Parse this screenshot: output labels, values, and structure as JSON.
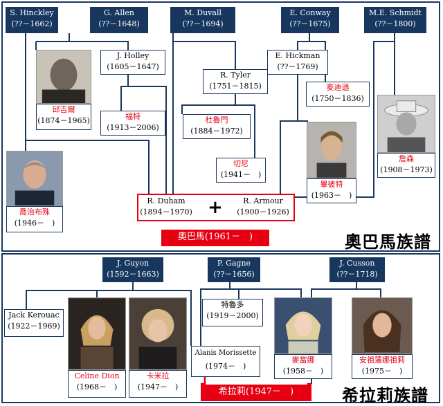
{
  "obama": {
    "title": "奧巴馬族譜",
    "root": {
      "name": "奧巴馬",
      "years": "(1961－　)"
    },
    "people": {
      "hinckley": {
        "name": "S. Hinckley",
        "years": "(??－1662)"
      },
      "allen": {
        "name": "G. Allen",
        "years": "(??－1648)"
      },
      "duvall": {
        "name": "M. Duvall",
        "years": "(??－1694)"
      },
      "conway": {
        "name": "E. Conway",
        "years": "(??－1675)"
      },
      "schmidt": {
        "name": "M.E. Schmidt",
        "years": "(??－1800)"
      },
      "holley": {
        "name": "J. Holley",
        "years": "(1605－1647)"
      },
      "hickman": {
        "name": "E. Hickman",
        "years": "(??－1769)"
      },
      "tyler": {
        "name": "R. Tyler",
        "years": "(1751－1815)"
      },
      "churchill": {
        "name": "邱吉爾",
        "years": "(1874－1965)"
      },
      "ford": {
        "name": "福特",
        "years": "(1913－2006)"
      },
      "truman": {
        "name": "杜魯門",
        "years": "(1884－1972)"
      },
      "madison": {
        "name": "麥迪遜",
        "years": "(1750－1836)"
      },
      "cheney": {
        "name": "切尼",
        "years": "(1941－　)"
      },
      "pitt": {
        "name": "畢彼特",
        "years": "(1963－　)"
      },
      "johnson": {
        "name": "詹森",
        "years": "(1908－1973)"
      },
      "bush": {
        "name": "喬治布殊",
        "years": "(1946－　)"
      },
      "duham": {
        "name": "R. Duham",
        "years": "(1894－1970)"
      },
      "armour": {
        "name": "R. Armour",
        "years": "(1900－1926)"
      }
    },
    "plus": "+"
  },
  "clinton": {
    "title": "希拉莉族譜",
    "root": {
      "name": "希拉莉",
      "years": "(1947－　)"
    },
    "people": {
      "guyon": {
        "name": "J. Guyon",
        "years": "(1592－1663)"
      },
      "gagne": {
        "name": "P. Gagne",
        "years": "(??－1656)"
      },
      "cusson": {
        "name": "J. Cusson",
        "years": "(??－1718)"
      },
      "kerouac": {
        "name": "Jack Kerouac",
        "years": "(1922－1969)"
      },
      "trudeau": {
        "name": "特魯多",
        "years": "(1919－2000)"
      },
      "dion": {
        "name": "Celine Dion",
        "years": "(1968－　)"
      },
      "camilla": {
        "name": "卡米拉",
        "years": "(1947－　)"
      },
      "morissette": {
        "name": "Alanis Morissette",
        "years": "(1974－　)"
      },
      "madonna": {
        "name": "麥當娜",
        "years": "(1958－　)"
      },
      "jolie": {
        "name": "安祖蓮娜祖莉",
        "years": "(1975－　)"
      }
    }
  },
  "colors": {
    "navy": "#17375e",
    "red": "#e60012"
  },
  "icons": {
    "portrait": "person-photo-icon"
  }
}
